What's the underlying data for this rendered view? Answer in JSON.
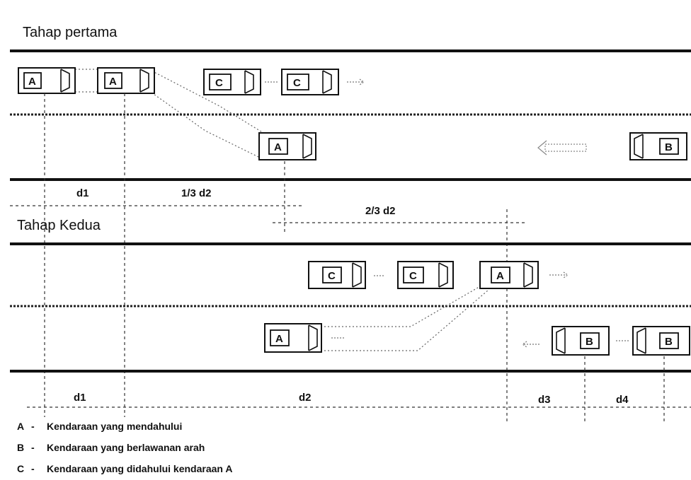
{
  "stage1": {
    "title": "Tahap  pertama",
    "labels": {
      "d1": "d1",
      "d2_third": "1/3  d2",
      "d2_two_thirds": "2/3  d2"
    }
  },
  "stage2": {
    "title": "Tahap  Kedua",
    "labels": {
      "d1": "d1",
      "d2": "d2",
      "d3": "d3",
      "d4": "d4"
    }
  },
  "vehicles": {
    "A": "A",
    "B": "B",
    "C": "C"
  },
  "legend": [
    {
      "key": "A",
      "sep": "-",
      "text": "Kendaraan yang mendahului"
    },
    {
      "key": "B",
      "sep": "-",
      "text": "Kendaraan yang berlawanan arah"
    },
    {
      "key": "C",
      "sep": "-",
      "text": "Kendaraan yang didahului kendaraan A"
    }
  ],
  "colors": {
    "ink": "#111111",
    "background": "#ffffff"
  }
}
